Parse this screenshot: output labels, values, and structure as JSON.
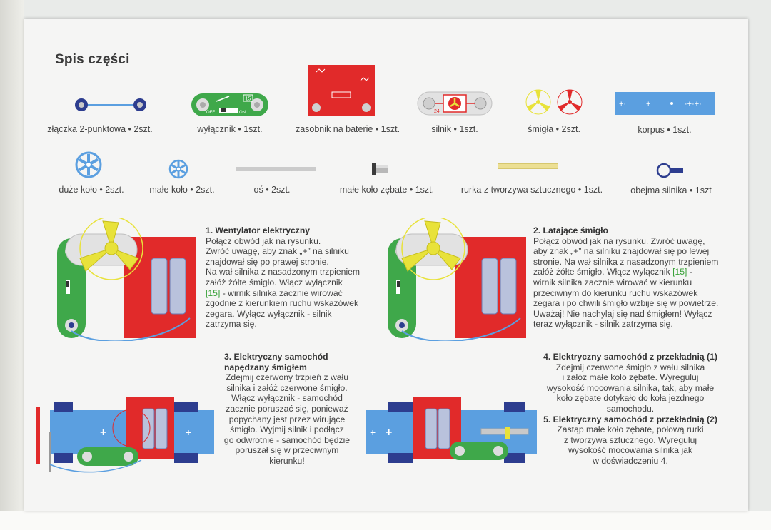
{
  "title": "Spis części",
  "parts": [
    {
      "label": "złączka 2-punktowa • 2szt.",
      "icon": "two-point-connector-icon"
    },
    {
      "label": "wyłącznik • 1szt.",
      "icon": "switch-icon"
    },
    {
      "label": "zasobnik na baterie • 1szt.",
      "icon": "battery-holder-icon"
    },
    {
      "label": "silnik • 1szt.",
      "icon": "motor-icon"
    },
    {
      "label": "śmigła • 2szt.",
      "icon": "propeller-icon"
    },
    {
      "label": "korpus • 1szt.",
      "icon": "chassis-icon"
    },
    {
      "label": "duże koło • 2szt.",
      "icon": "large-wheel-icon"
    },
    {
      "label": "małe koło • 2szt.",
      "icon": "small-wheel-icon"
    },
    {
      "label": "oś • 2szt.",
      "icon": "axle-icon"
    },
    {
      "label": "małe koło zębate • 1szt.",
      "icon": "small-gear-icon"
    },
    {
      "label": "rurka z tworzywa sztucznego • 1szt.",
      "icon": "plastic-tube-icon"
    },
    {
      "label": "obejma silnika • 1szt",
      "icon": "motor-clamp-icon"
    }
  ],
  "component_marks": {
    "switch_number": "15",
    "switch_off": "OFF",
    "switch_on": "ON",
    "motor_number": "24",
    "plus_sign": "+"
  },
  "experiments": {
    "e1": {
      "title": "1. Wentylator elektryczny",
      "lines": [
        "Połącz obwód jak na rysunku.",
        "Zwróć uwagę, aby znak „+” na silniku",
        "znajdował się po prawej stronie.",
        "Na wał silnika z nasadzonym trzpieniem",
        "załóż żółte śmigło. Włącz wyłącznik",
        "[15]",
        " - wirnik silnika zacznie wirować",
        "zgodnie z kierunkiem ruchu wskazówek",
        "zegara. Wyłącz wyłącznik - silnik",
        "zatrzyma się."
      ]
    },
    "e2": {
      "title": "2. Latające śmigło",
      "lines": [
        "Połącz obwód jak na rysunku. Zwróć uwagę,",
        "aby znak „+” na silniku znajdował się po lewej",
        "stronie. Na wał silnika z nasadzonym trzpieniem",
        "załóż żółte śmigło. Włącz wyłącznik ",
        "[15]",
        " -",
        "wirnik silnika zacznie wirować w kierunku",
        "przeciwnym do kierunku ruchu wskazówek",
        "zegara i po chwili śmigło wzbije się w powietrze.",
        "Uważaj! Nie nachylaj się nad śmigłem! Wyłącz",
        "teraz wyłącznik - silnik zatrzyma się."
      ]
    },
    "e3": {
      "title_1": "3. Elektryczny samochód",
      "title_2": "napędzany śmigłem",
      "lines": [
        "Zdejmij czerwony trzpień z wału",
        "silnika i załóż czerwone śmigło.",
        "Włącz wyłącznik - samochód",
        "zacznie poruszać się, ponieważ",
        "popychany jest przez wirujące",
        "śmigło. Wyjmij silnik i podłącz",
        "go odwrotnie - samochód będzie",
        "poruszał się w przeciwnym",
        "kierunku!"
      ]
    },
    "e4": {
      "title": "4. Elektryczny samochód z przekładnią (1)",
      "lines": [
        "Zdejmij czerwone śmigło z wału silnika",
        "i załóż małe koło zębate. Wyreguluj",
        "wysokość mocowania silnika, tak, aby małe",
        "koło zębate dotykało do koła jezdnego",
        "samochodu."
      ]
    },
    "e5": {
      "title": "5. Elektryczny samochód z przekładnią (2)",
      "lines": [
        "Zastąp małe koło zębate, połową rurki",
        "z tworzywa sztucznego. Wyreguluj",
        "wysokość mocowania silnika jak",
        "w doświadczeniu 4."
      ]
    }
  },
  "colors": {
    "blue": "#5b9fe0",
    "navy": "#2d3d8f",
    "green": "#3fa84a",
    "red": "#e12a2a",
    "yellow": "#e8e23a",
    "gray": "#c9c9c9"
  }
}
